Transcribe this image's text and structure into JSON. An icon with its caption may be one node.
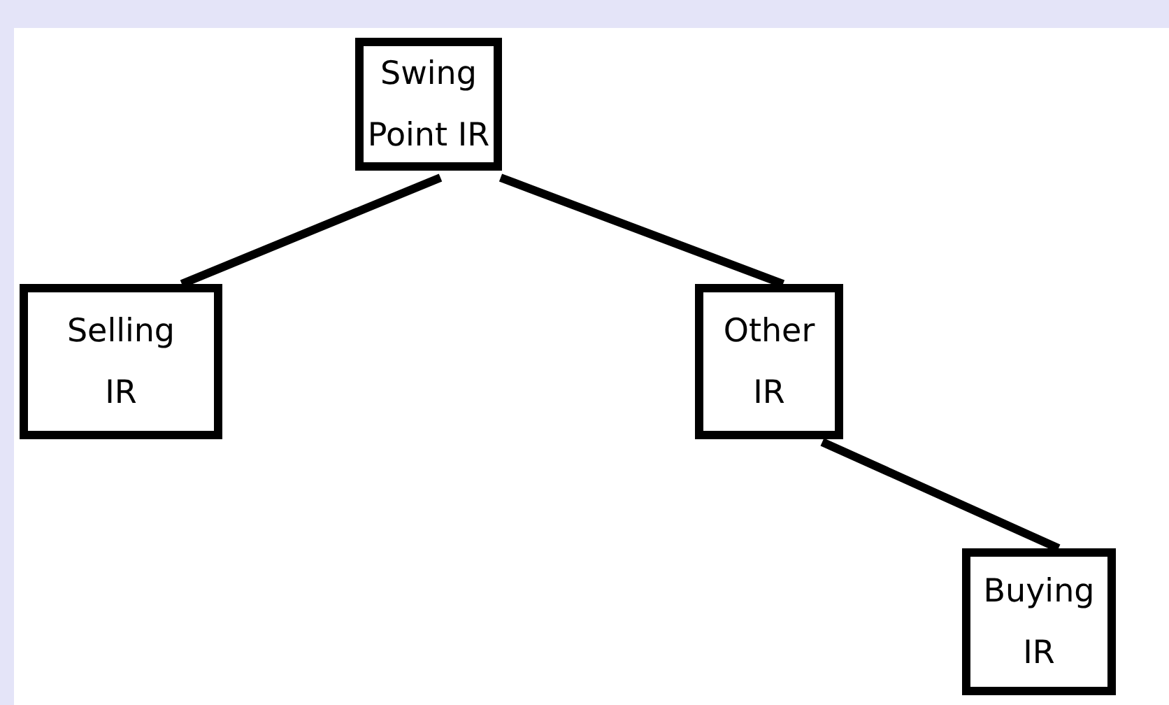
{
  "diagram": {
    "nodes": [
      {
        "text": [
          "Swing Point IR"
        ]
      },
      {
        "text": [
          "Selling IR"
        ]
      },
      {
        "text": [
          "Other IR"
        ]
      },
      {
        "text": [
          "Buying IR"
        ]
      }
    ],
    "edges": [
      {
        "from": 0,
        "to": 1,
        "arrow": "none"
      },
      {
        "from": 0,
        "to": 2,
        "arrow": "none"
      },
      {
        "from": 2,
        "to": 3,
        "arrow": "none"
      }
    ]
  }
}
